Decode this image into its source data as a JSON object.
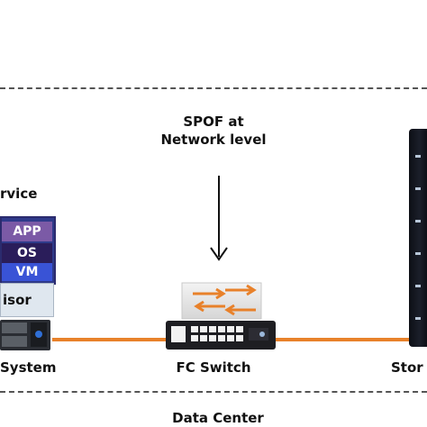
{
  "title_top": "SPOF at",
  "title_bottom": "Network level",
  "left_group_label": "rvice",
  "stack": {
    "app": "APP",
    "os": "OS",
    "vm": "VM",
    "hypervisor": "isor"
  },
  "nodes": {
    "host": "System",
    "switch": "FC Switch",
    "storage": "Stor"
  },
  "footer": "Data Center",
  "colors": {
    "cable": "#e8812a",
    "app_fill": "#7b5aa6",
    "os_fill": "#2a1d5a",
    "vm_fill": "#3953d6",
    "hypervisor_fill": "#dfe7ef",
    "dashed_border": "#555555"
  }
}
